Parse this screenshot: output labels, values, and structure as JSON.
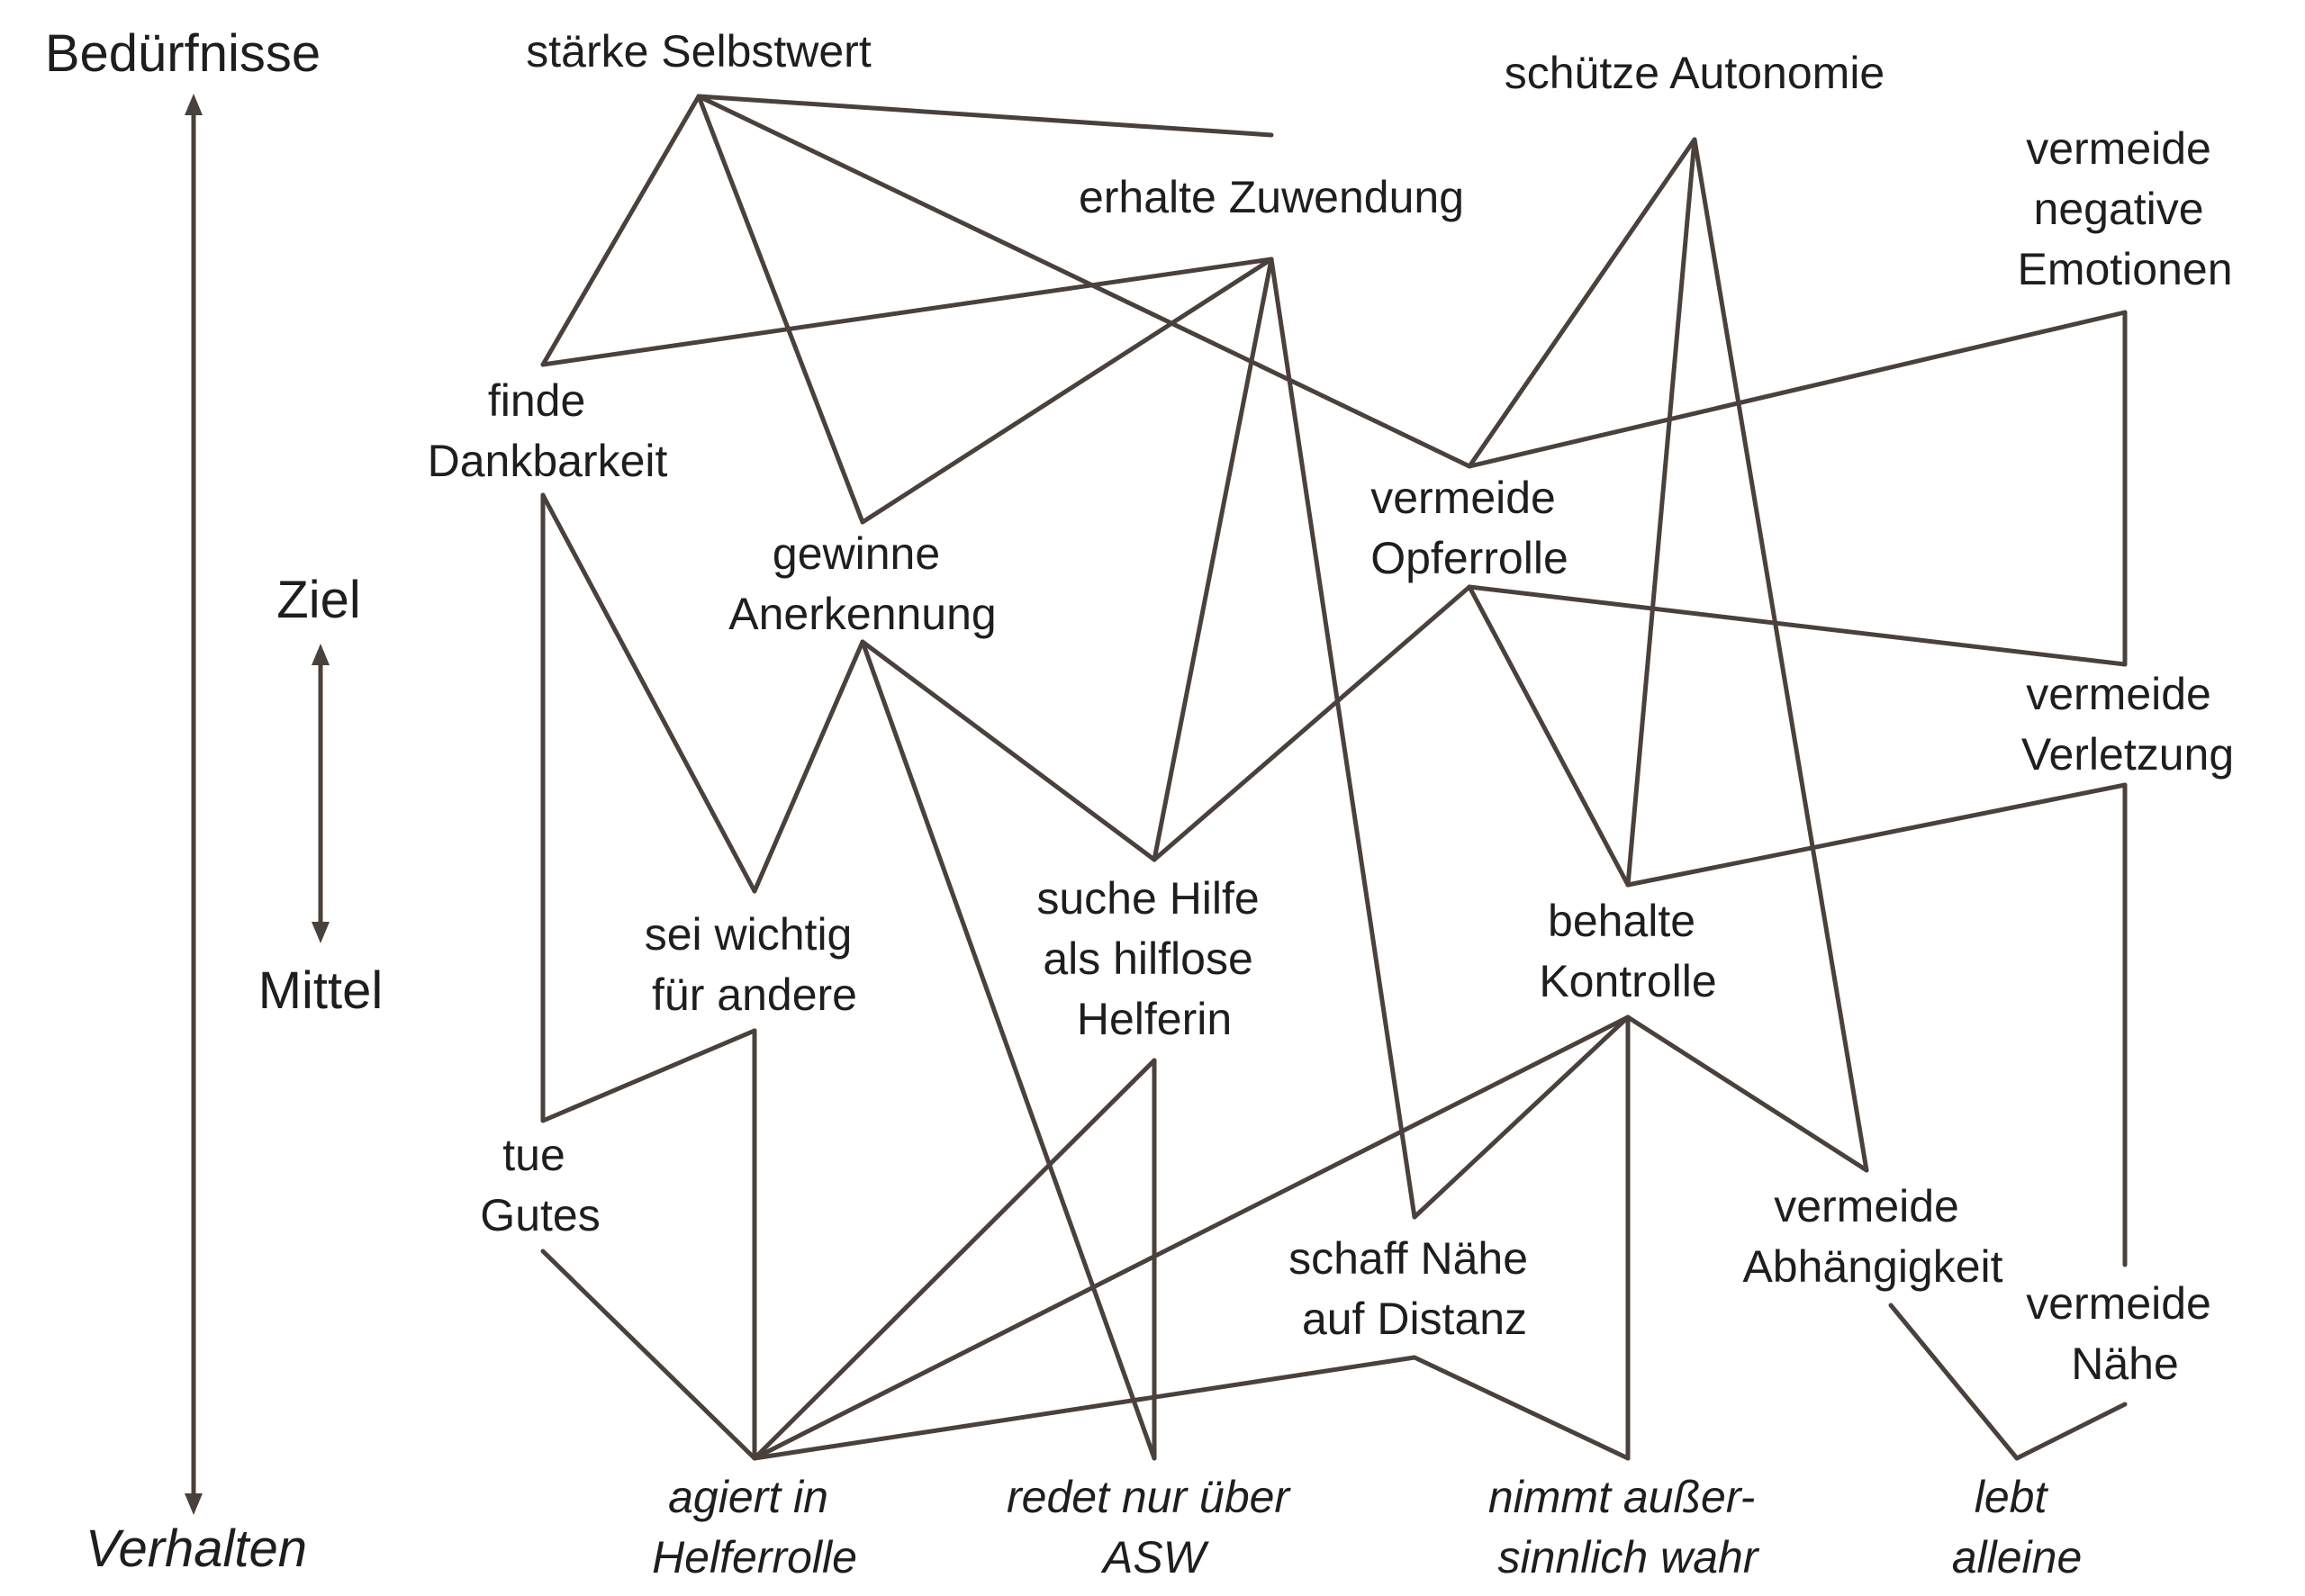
{
  "axis": {
    "top_label": "Bedürfnisse",
    "middle_label": "Ziel",
    "lower_label": "Mittel",
    "bottom_label": "Verhalten"
  },
  "nodes": {
    "staerke_selbstwert": [
      "stärke Selbstwert"
    ],
    "schuetze_autonomie": [
      "schütze Autonomie"
    ],
    "erhalte_zuwendung": [
      "erhalte Zuwendung"
    ],
    "vermeide_negative_emotionen": [
      "vermeide",
      "negative",
      "Emotionen"
    ],
    "finde_dankbarkeit": [
      "finde",
      "Dankbarkeit"
    ],
    "vermeide_opferrolle": [
      "vermeide",
      "Opferrolle"
    ],
    "gewinne_anerkennung": [
      "gewinne",
      "Anerkennung"
    ],
    "vermeide_verletzung": [
      "vermeide",
      "Verletzung"
    ],
    "suche_hilfe": [
      "suche Hilfe",
      "als hilflose",
      "Helferin"
    ],
    "sei_wichtig": [
      "sei wichtig",
      "für andere"
    ],
    "behalte_kontrolle": [
      "behalte",
      "Kontrolle"
    ],
    "tue_gutes": [
      "tue",
      "Gutes"
    ],
    "schaff_naehe": [
      "schaff Nähe",
      "auf Distanz"
    ],
    "vermeide_abhaengigkeit": [
      "vermeide",
      "Abhängigkeit"
    ],
    "vermeide_naehe": [
      "vermeide",
      "Nähe"
    ],
    "agiert_in_helferrolle": [
      "agiert in",
      "Helferrolle"
    ],
    "redet_ueber_asw": [
      "redet nur über",
      "ASW"
    ],
    "nimmt_aussersinnlich_wahr": [
      "nimmt außer-",
      "sinnlich wahr"
    ],
    "lebt_alleine": [
      "lebt",
      "alleine"
    ]
  }
}
